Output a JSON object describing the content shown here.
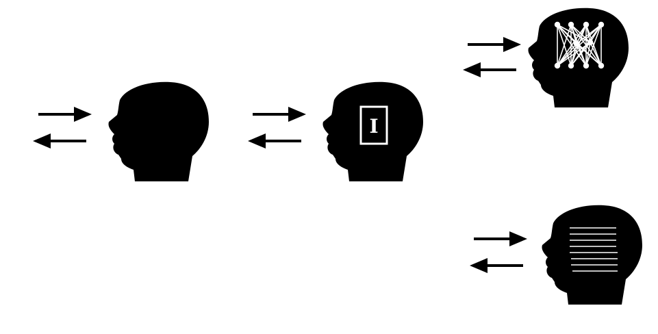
{
  "colors": {
    "background": "#ffffff",
    "silhouette": "#000000",
    "inner": "#ffffff"
  },
  "heads": [
    {
      "id": "head-plain",
      "interior": "none",
      "icons": [
        "arrow-right-icon",
        "arrow-left-icon",
        "head-silhouette-icon"
      ]
    },
    {
      "id": "head-box",
      "interior": "labeled-box",
      "box_label": "I",
      "icons": [
        "arrow-right-icon",
        "arrow-left-icon",
        "head-silhouette-icon"
      ]
    },
    {
      "id": "head-network",
      "interior": "neural-network",
      "icons": [
        "arrow-right-icon",
        "arrow-left-icon",
        "head-silhouette-icon",
        "neural-network-icon"
      ]
    },
    {
      "id": "head-lines",
      "interior": "horizontal-lines",
      "icons": [
        "arrow-right-icon",
        "arrow-left-icon",
        "head-silhouette-icon",
        "text-lines-icon"
      ]
    }
  ]
}
